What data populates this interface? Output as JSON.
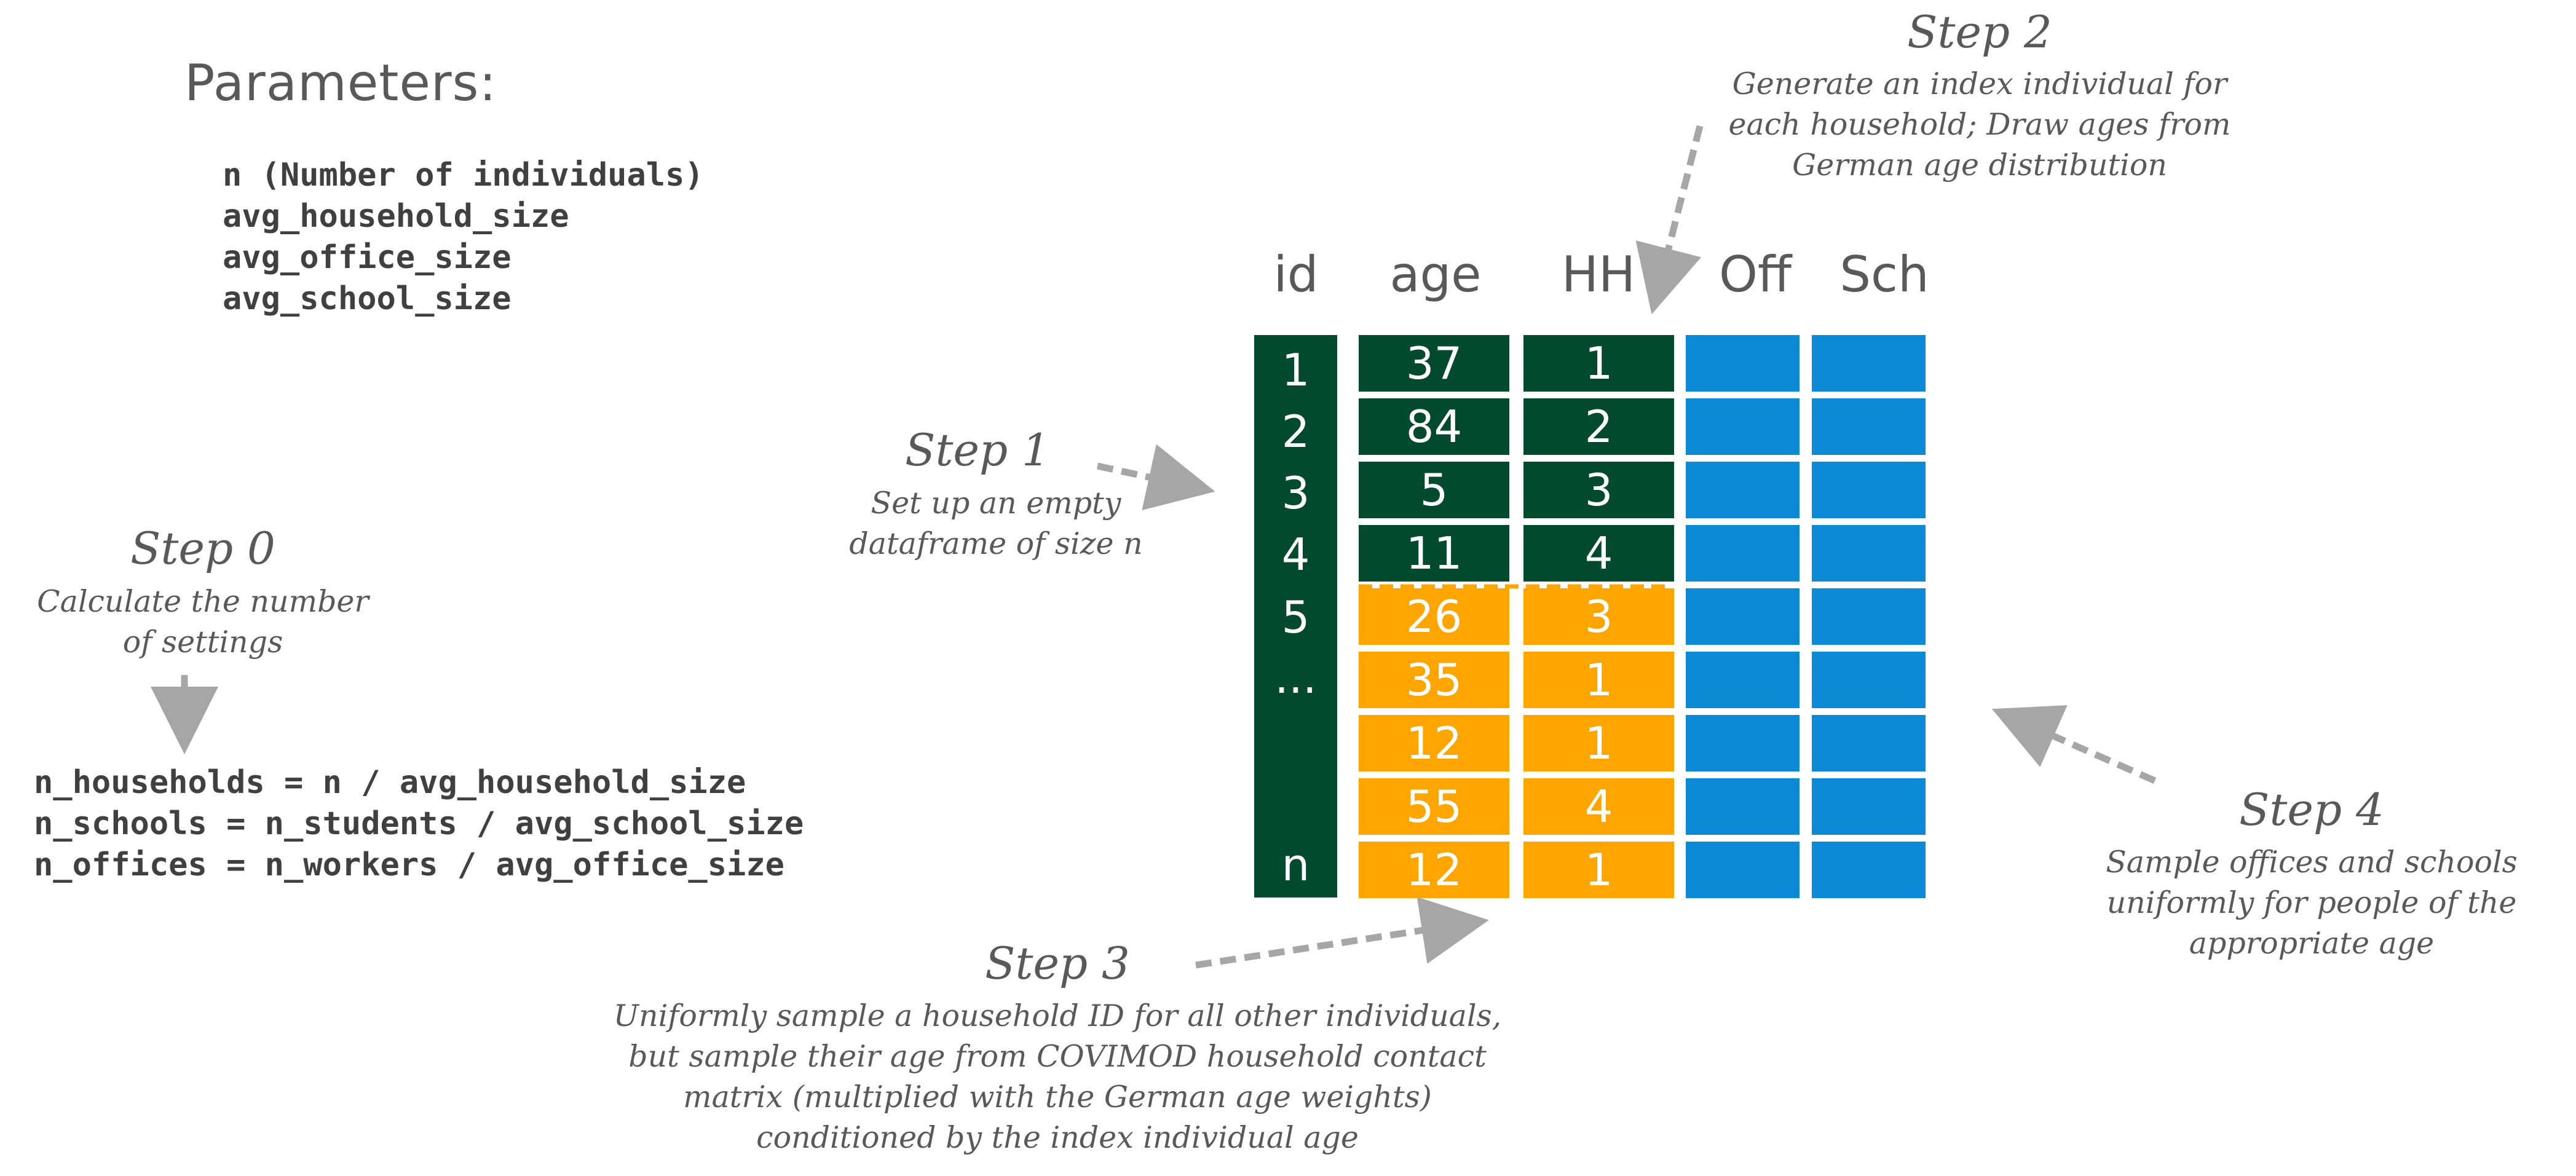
{
  "parameters": {
    "title": "Parameters:",
    "items": [
      "n (Number of individuals)",
      "avg_household_size",
      "avg_office_size",
      "avg_school_size"
    ]
  },
  "formulas": [
    "n_households = n / avg_household_size",
    "n_schools = n_students / avg_school_size",
    "n_offices = n_workers / avg_office_size"
  ],
  "steps": {
    "step0": {
      "title": "Step 0",
      "desc": [
        "Calculate the number",
        "of settings"
      ]
    },
    "step1": {
      "title": "Step 1",
      "desc": [
        "Set up an empty",
        "dataframe of size n"
      ]
    },
    "step2": {
      "title": "Step 2",
      "desc": [
        "Generate an index individual for",
        "each household; Draw ages from",
        "German age distribution"
      ]
    },
    "step3": {
      "title": "Step 3",
      "desc": [
        "Uniformly sample a household ID for all other individuals,",
        "but sample their age from COVIMOD household contact",
        "matrix (multiplied with the German age weights)",
        "conditioned by the index individual age"
      ]
    },
    "step4": {
      "title": "Step 4",
      "desc": [
        "Sample offices and schools",
        "uniformly for people of the",
        "appropriate age"
      ]
    }
  },
  "table": {
    "headers": [
      "id",
      "age",
      "HH",
      "Off",
      "Sch"
    ],
    "id_labels": [
      "1",
      "2",
      "3",
      "4",
      "5",
      "...",
      "n"
    ],
    "rows": [
      {
        "age": "37",
        "hh": "1",
        "kind": "index"
      },
      {
        "age": "84",
        "hh": "2",
        "kind": "index"
      },
      {
        "age": "5",
        "hh": "3",
        "kind": "index"
      },
      {
        "age": "11",
        "hh": "4",
        "kind": "index"
      },
      {
        "age": "26",
        "hh": "3",
        "kind": "other"
      },
      {
        "age": "35",
        "hh": "1",
        "kind": "other"
      },
      {
        "age": "12",
        "hh": "1",
        "kind": "other"
      },
      {
        "age": "55",
        "hh": "4",
        "kind": "other"
      },
      {
        "age": "12",
        "hh": "1",
        "kind": "other"
      }
    ]
  },
  "colors": {
    "index_row": "#034a2e",
    "other_row": "#ffa500",
    "setting_cell": "#0c8ad6",
    "arrow": "#a6a6a6",
    "text": "#595959"
  }
}
